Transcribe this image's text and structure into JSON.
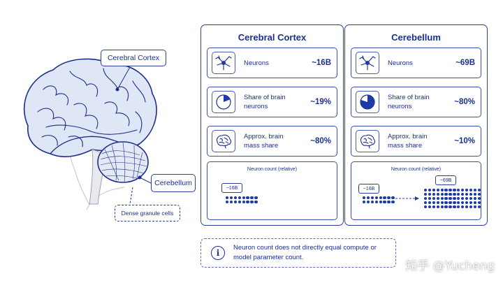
{
  "callouts": {
    "cortex": "Cerebral Cortex",
    "cerebellum": "Cerebellum",
    "granule": "Dense granule cells"
  },
  "panels": {
    "cortex": {
      "title": "Cerebral Cortex",
      "rows": [
        {
          "label": "Neurons",
          "value": "~16B",
          "icon": "neuron-icon"
        },
        {
          "label": "Share of brain neurons",
          "value": "~19%",
          "icon": "pie-chart-icon",
          "share": 0.19
        },
        {
          "label": "Approx. brain mass share",
          "value": "~80%",
          "icon": "brain-icon"
        }
      ],
      "mini_title": "Neuron count (relative)",
      "tag_small": "~16B"
    },
    "cerebellum": {
      "title": "Cerebellum",
      "rows": [
        {
          "label": "Neurons",
          "value": "~69B",
          "icon": "neuron-icon"
        },
        {
          "label": "Share of brain neurons",
          "value": "~80%",
          "icon": "pie-chart-icon",
          "share": 0.8
        },
        {
          "label": "Approx. brain mass share",
          "value": "~10%",
          "icon": "brain-icon"
        }
      ],
      "mini_title": "Neuron count (relative)",
      "tag_small": "~16B",
      "tag_large": "~69B"
    }
  },
  "note": {
    "icon": "info-icon",
    "text": "Neuron count does not directly equal compute or model parameter count."
  },
  "watermark": "知乎 @Yucheng",
  "colors": {
    "accent": "#1b2f8c",
    "fill": "#1f3aa8",
    "brain_fill": "#dfe6f5"
  }
}
